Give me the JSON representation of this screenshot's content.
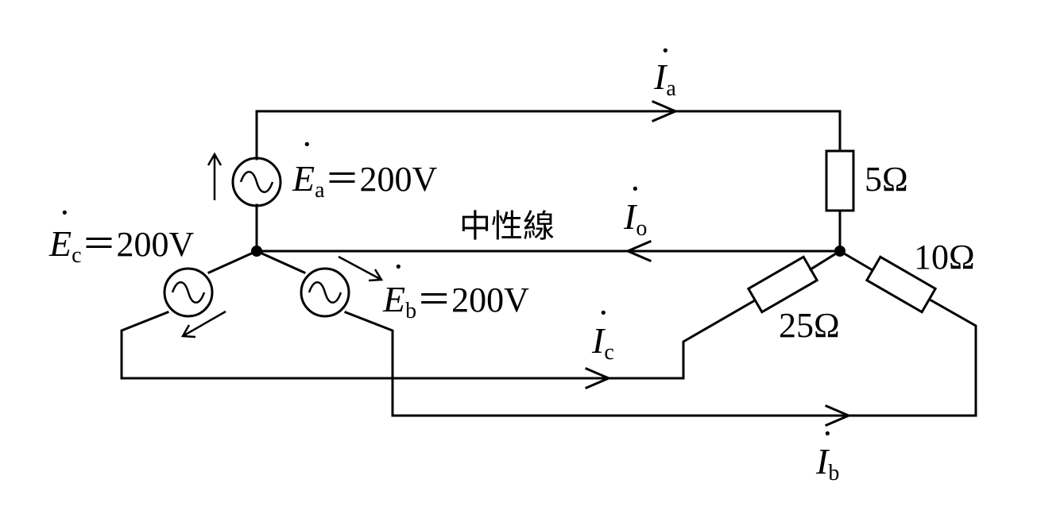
{
  "sources": {
    "a": {
      "symbol": "E",
      "subscript": "a",
      "value": "＝200V"
    },
    "b": {
      "symbol": "E",
      "subscript": "b",
      "value": "＝200V"
    },
    "c": {
      "symbol": "E",
      "subscript": "c",
      "value": "＝200V"
    }
  },
  "currents": {
    "a": {
      "symbol": "I",
      "subscript": "a"
    },
    "b": {
      "symbol": "I",
      "subscript": "b"
    },
    "c": {
      "symbol": "I",
      "subscript": "c"
    },
    "o": {
      "symbol": "I",
      "subscript": "o"
    }
  },
  "neutral_label": "中性線",
  "resistors": {
    "a": "5Ω",
    "b": "10Ω",
    "c": "25Ω"
  },
  "colors": {
    "line": "#000000",
    "background": "#ffffff"
  }
}
